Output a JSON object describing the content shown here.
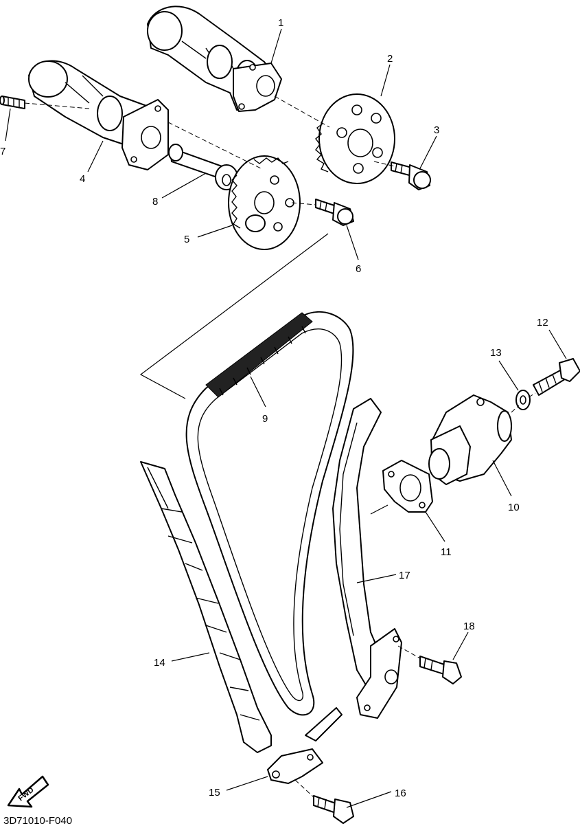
{
  "diagram": {
    "code": "3D71010-F040",
    "fwd_label": "FWD",
    "callouts": [
      {
        "id": "1",
        "label": "1"
      },
      {
        "id": "2",
        "label": "2"
      },
      {
        "id": "3",
        "label": "3"
      },
      {
        "id": "4",
        "label": "4"
      },
      {
        "id": "5",
        "label": "5"
      },
      {
        "id": "6",
        "label": "6"
      },
      {
        "id": "7",
        "label": "7"
      },
      {
        "id": "8",
        "label": "8"
      },
      {
        "id": "9",
        "label": "9"
      },
      {
        "id": "10",
        "label": "10"
      },
      {
        "id": "11",
        "label": "11"
      },
      {
        "id": "12",
        "label": "12"
      },
      {
        "id": "13",
        "label": "13"
      },
      {
        "id": "14",
        "label": "14"
      },
      {
        "id": "15",
        "label": "15"
      },
      {
        "id": "16",
        "label": "16"
      },
      {
        "id": "17",
        "label": "17"
      },
      {
        "id": "18",
        "label": "18"
      }
    ]
  }
}
